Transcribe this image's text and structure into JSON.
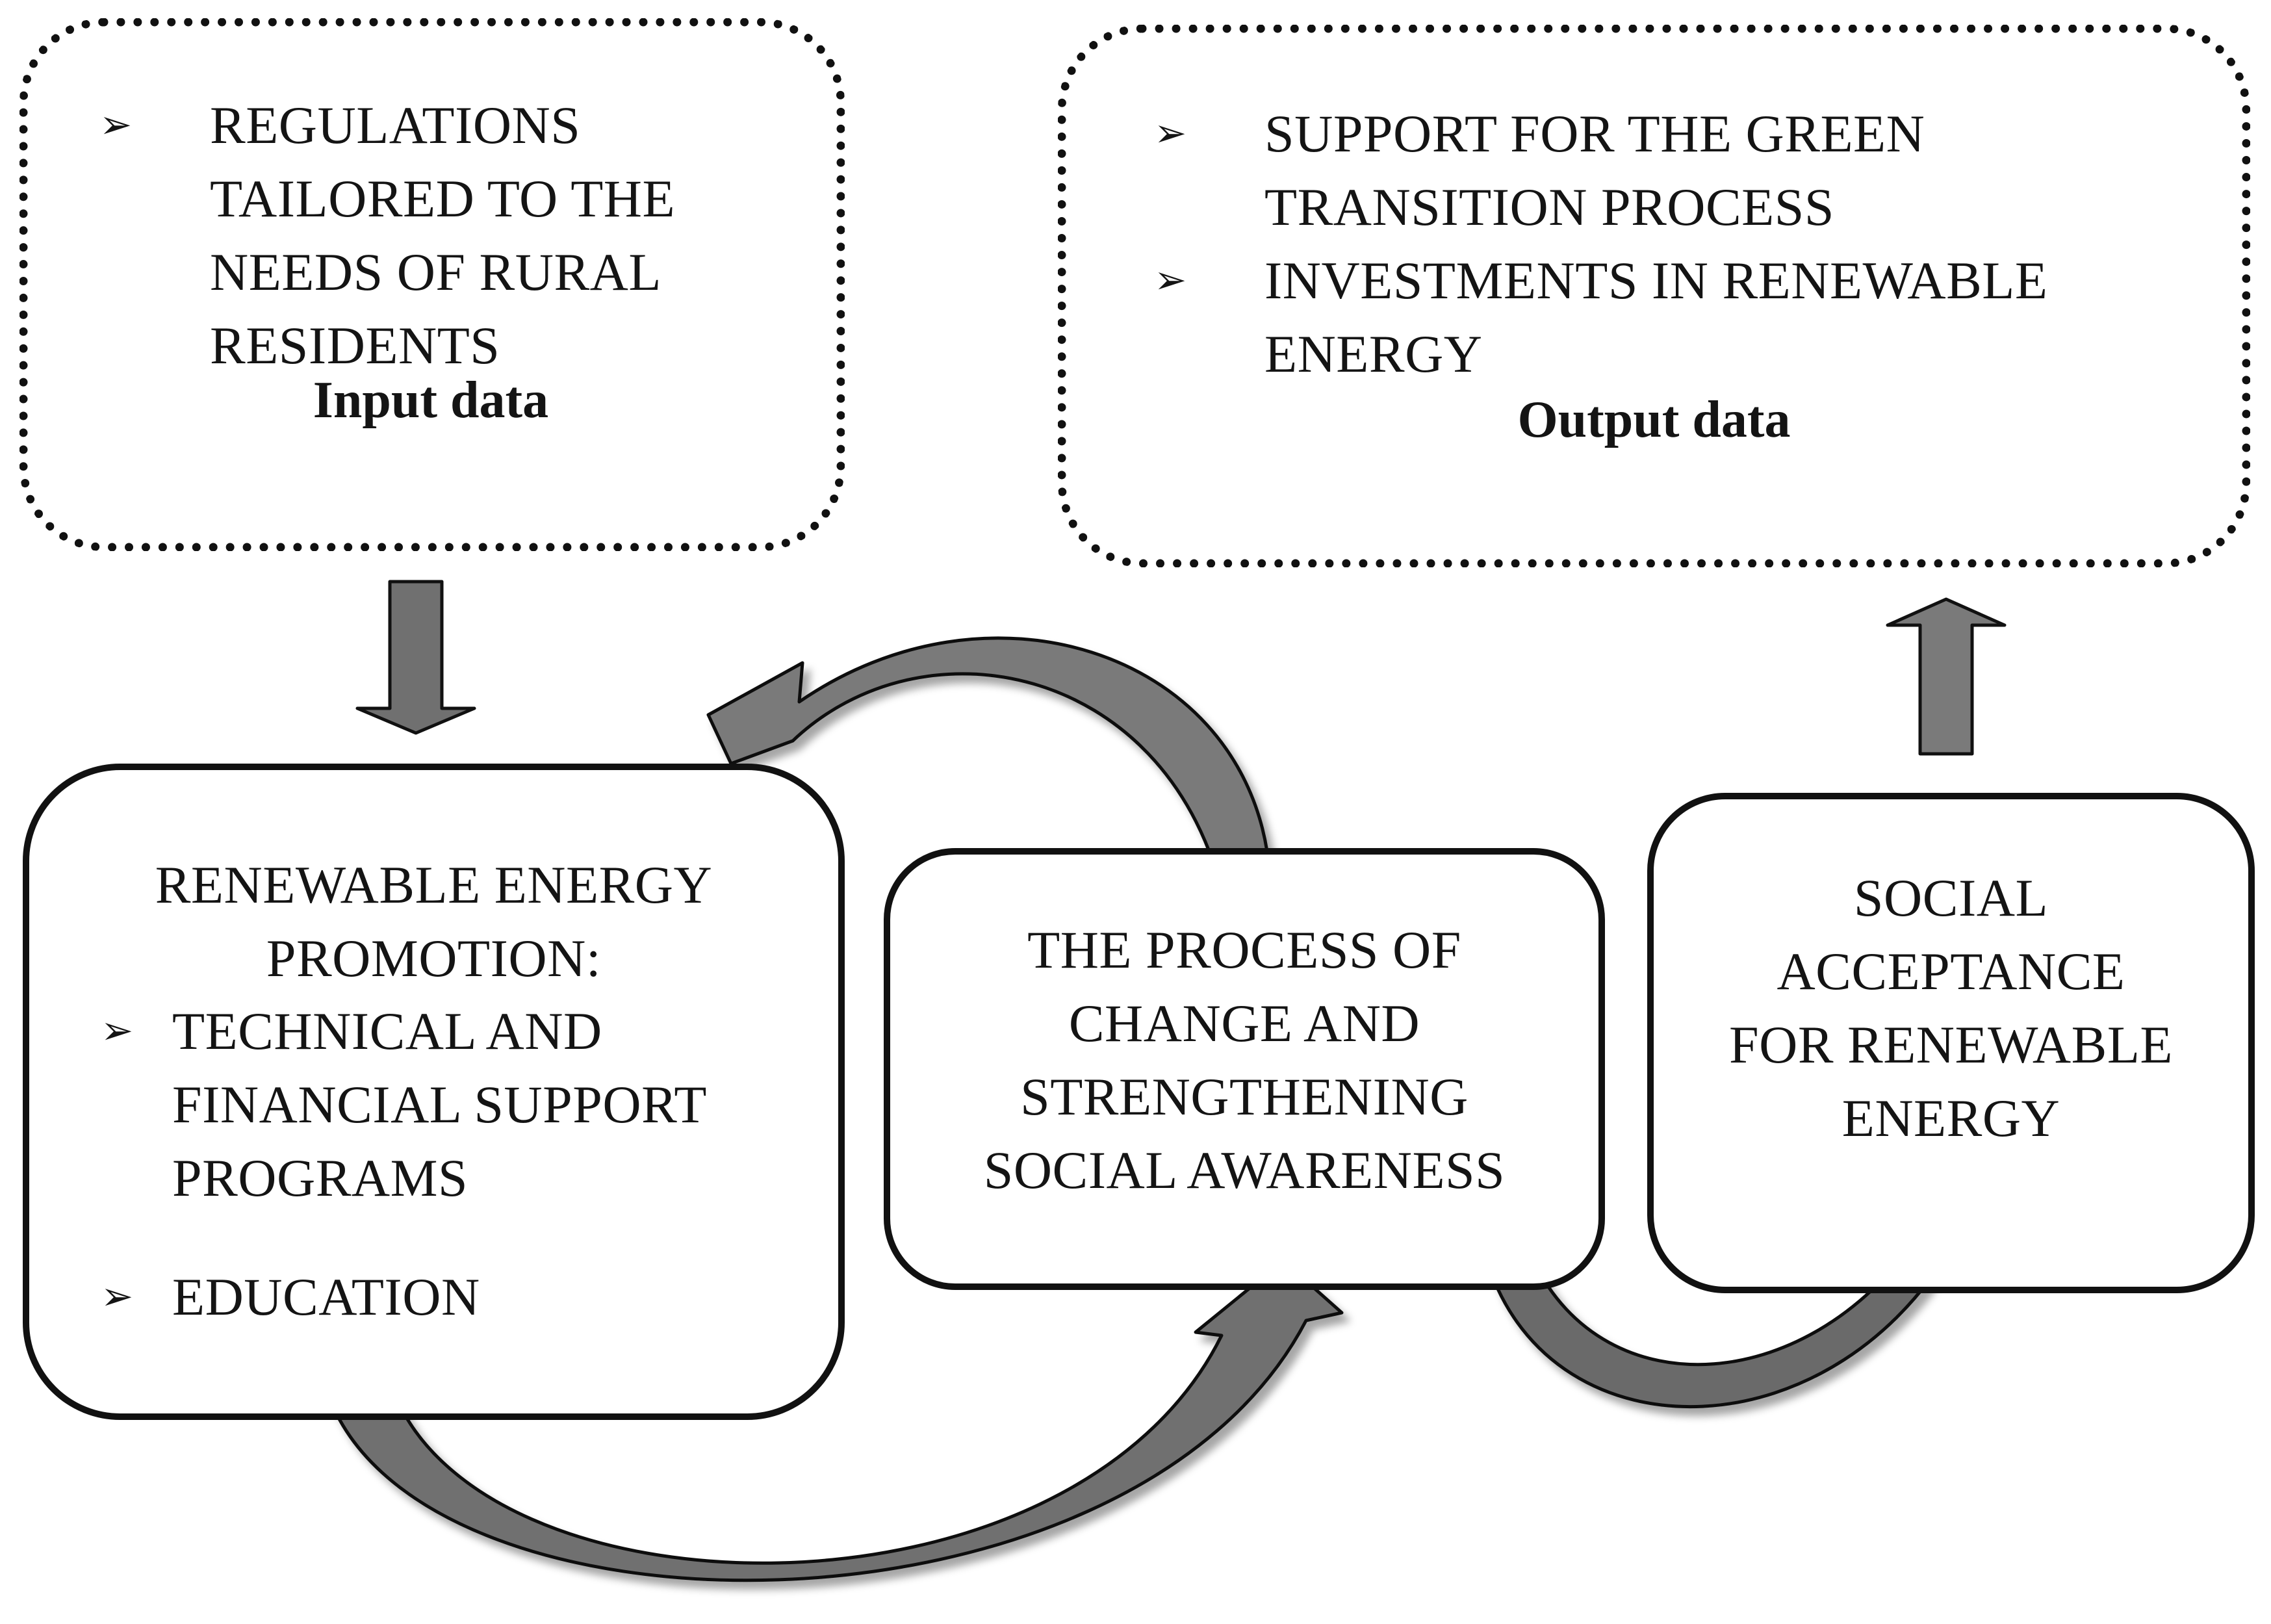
{
  "input_box": {
    "items": [
      "REGULATIONS TAILORED TO THE NEEDS OF RURAL RESIDENTS"
    ],
    "caption": "Input data"
  },
  "output_box": {
    "items": [
      "SUPPORT FOR THE GREEN TRANSITION PROCESS",
      "INVESTMENTS IN RENEWABLE ENERGY"
    ],
    "caption": "Output data"
  },
  "promotion_box": {
    "title_line1": "RENEWABLE ENERGY",
    "title_line2": "PROMOTION:",
    "items": [
      "TECHNICAL AND FINANCIAL SUPPORT PROGRAMS",
      "EDUCATION"
    ]
  },
  "process_box": {
    "lines": [
      "THE PROCESS OF",
      "CHANGE AND",
      "STRENGTHENING",
      "SOCIAL AWARENESS"
    ]
  },
  "acceptance_box": {
    "lines": [
      "SOCIAL",
      "ACCEPTANCE",
      "FOR RENEWABLE",
      "ENERGY"
    ]
  },
  "colors": {
    "arrow_fill": "#7a7a7a",
    "arrow_dark": "#5e5e5e",
    "arrow_stroke": "#111111",
    "border": "#111111"
  }
}
